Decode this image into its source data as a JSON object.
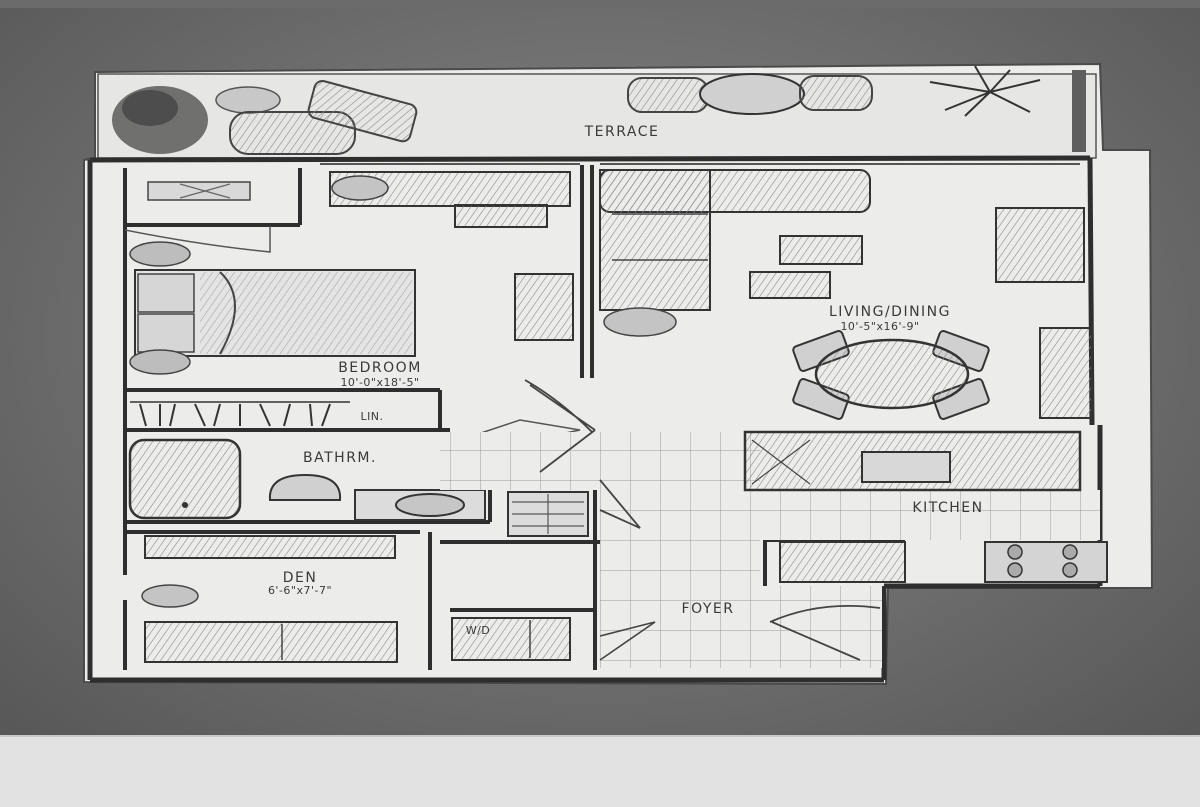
{
  "rooms": {
    "terrace": {
      "label": "TERRACE"
    },
    "bedroom": {
      "label": "BEDROOM",
      "dimensions": "10'-0\"x18'-5\""
    },
    "living_dining": {
      "label": "LIVING/DINING",
      "dimensions": "10'-5\"x16'-9\""
    },
    "linen": {
      "label": "LIN."
    },
    "bathroom": {
      "label": "BATHRM."
    },
    "kitchen": {
      "label": "KITCHEN"
    },
    "den": {
      "label": "DEN",
      "dimensions": "6'-6\"x7'-7\""
    },
    "foyer": {
      "label": "FOYER"
    },
    "washer_dryer": {
      "label": "W/D"
    }
  },
  "colors": {
    "paper": "#ececea",
    "wall": "#2e2e2e",
    "pencil": "#7a7a7a",
    "shade": "#b5b5b5"
  }
}
